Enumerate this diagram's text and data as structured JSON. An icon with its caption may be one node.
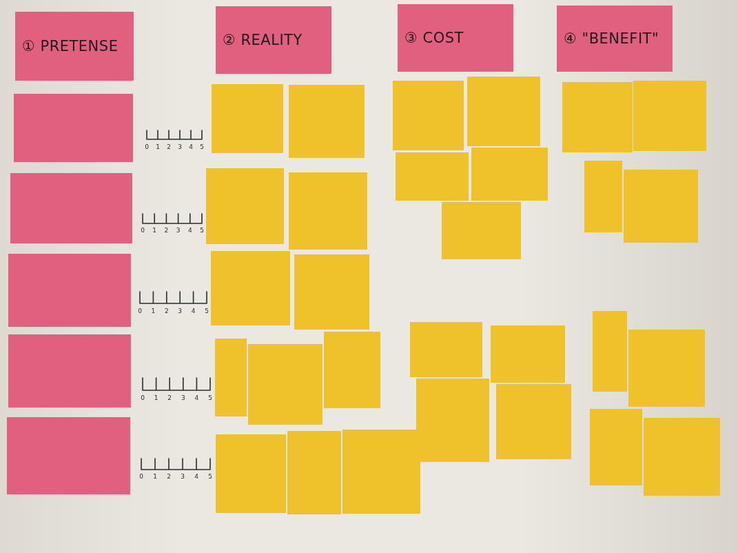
{
  "diagram": {
    "nodes": [
      {
        "text": [
          "① PRETENSE"
        ]
      },
      {
        "text": [
          "② REALITY"
        ]
      },
      {
        "text": [
          "③ COST"
        ]
      },
      {
        "text": [
          "④ \"BENEFIT\""
        ]
      },
      {
        "text": [],
        "shape": "box"
      },
      {
        "text": [],
        "shape": "box"
      },
      {
        "text": [],
        "shape": "box"
      },
      {
        "text": [],
        "shape": "box"
      },
      {
        "text": [],
        "shape": "box"
      },
      {
        "text": [],
        "shape": "box"
      },
      {
        "text": [],
        "shape": "box"
      },
      {
        "text": [],
        "shape": "box"
      },
      {
        "text": [],
        "shape": "box"
      },
      {
        "text": [],
        "shape": "box"
      },
      {
        "text": [],
        "shape": "box"
      },
      {
        "text": [],
        "shape": "box"
      },
      {
        "text": [],
        "shape": "box"
      },
      {
        "text": [],
        "shape": "box"
      },
      {
        "text": [],
        "shape": "box"
      },
      {
        "text": [],
        "shape": "box"
      },
      {
        "text": [],
        "shape": "box"
      },
      {
        "text": [],
        "shape": "box"
      },
      {
        "text": [],
        "shape": "box"
      },
      {
        "text": [],
        "shape": "box"
      },
      {
        "text": [],
        "shape": "box"
      },
      {
        "text": [],
        "shape": "box"
      },
      {
        "text": [],
        "shape": "box"
      },
      {
        "text": [],
        "shape": "box"
      },
      {
        "text": [],
        "shape": "box"
      },
      {
        "text": [],
        "shape": "box"
      },
      {
        "text": [],
        "shape": "box"
      },
      {
        "text": [],
        "shape": "box"
      },
      {
        "text": [],
        "shape": "box"
      },
      {
        "text": [],
        "shape": "box"
      },
      {
        "text": [],
        "shape": "box"
      },
      {
        "text": [],
        "shape": "box"
      },
      {
        "text": [],
        "shape": "box"
      },
      {
        "text": [],
        "shape": "box"
      }
    ],
    "labels": [
      "0",
      "1",
      "2",
      "3",
      "4",
      "5",
      "0",
      "1",
      "2",
      "3",
      "4",
      "5",
      "0",
      "1",
      "2",
      "3",
      "4",
      "5",
      "0",
      "1",
      "2",
      "3",
      "4",
      "5",
      "0",
      "1",
      "2",
      "3",
      "4",
      "5"
    ]
  }
}
